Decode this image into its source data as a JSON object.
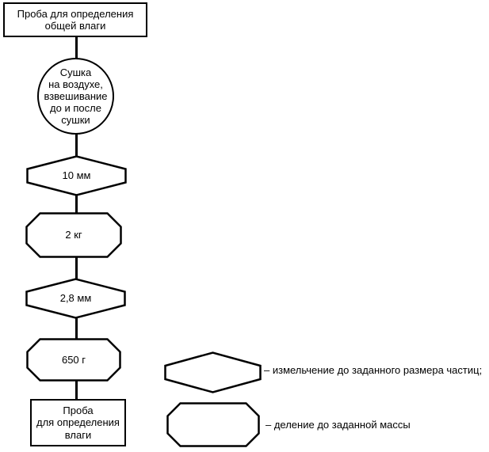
{
  "diagram": {
    "background_color": "#ffffff",
    "stroke_color": "#000000",
    "nodes": [
      {
        "id": "sample-total-moisture",
        "shape": "rectangle",
        "lines": [
          "Проба для определения",
          "общей влаги"
        ]
      },
      {
        "id": "air-drying",
        "shape": "circle",
        "lines": [
          "Сушка",
          "на воздухе,",
          "взвешивание",
          "до и после",
          "сушки"
        ]
      },
      {
        "id": "crush-10mm",
        "shape": "hexagon",
        "label": "10 мм"
      },
      {
        "id": "divide-2kg",
        "shape": "octagon",
        "label": "2 кг"
      },
      {
        "id": "crush-2-8mm",
        "shape": "hexagon",
        "label": "2,8 мм"
      },
      {
        "id": "divide-650g",
        "shape": "octagon",
        "label": "650 г"
      },
      {
        "id": "sample-moisture",
        "shape": "rectangle",
        "lines": [
          "Проба",
          "для определения",
          "влаги"
        ]
      }
    ],
    "legend": [
      {
        "shape": "hexagon",
        "text": "– измельчение до заданного размера частиц;"
      },
      {
        "shape": "octagon",
        "text": "– деление до заданной массы"
      }
    ]
  }
}
